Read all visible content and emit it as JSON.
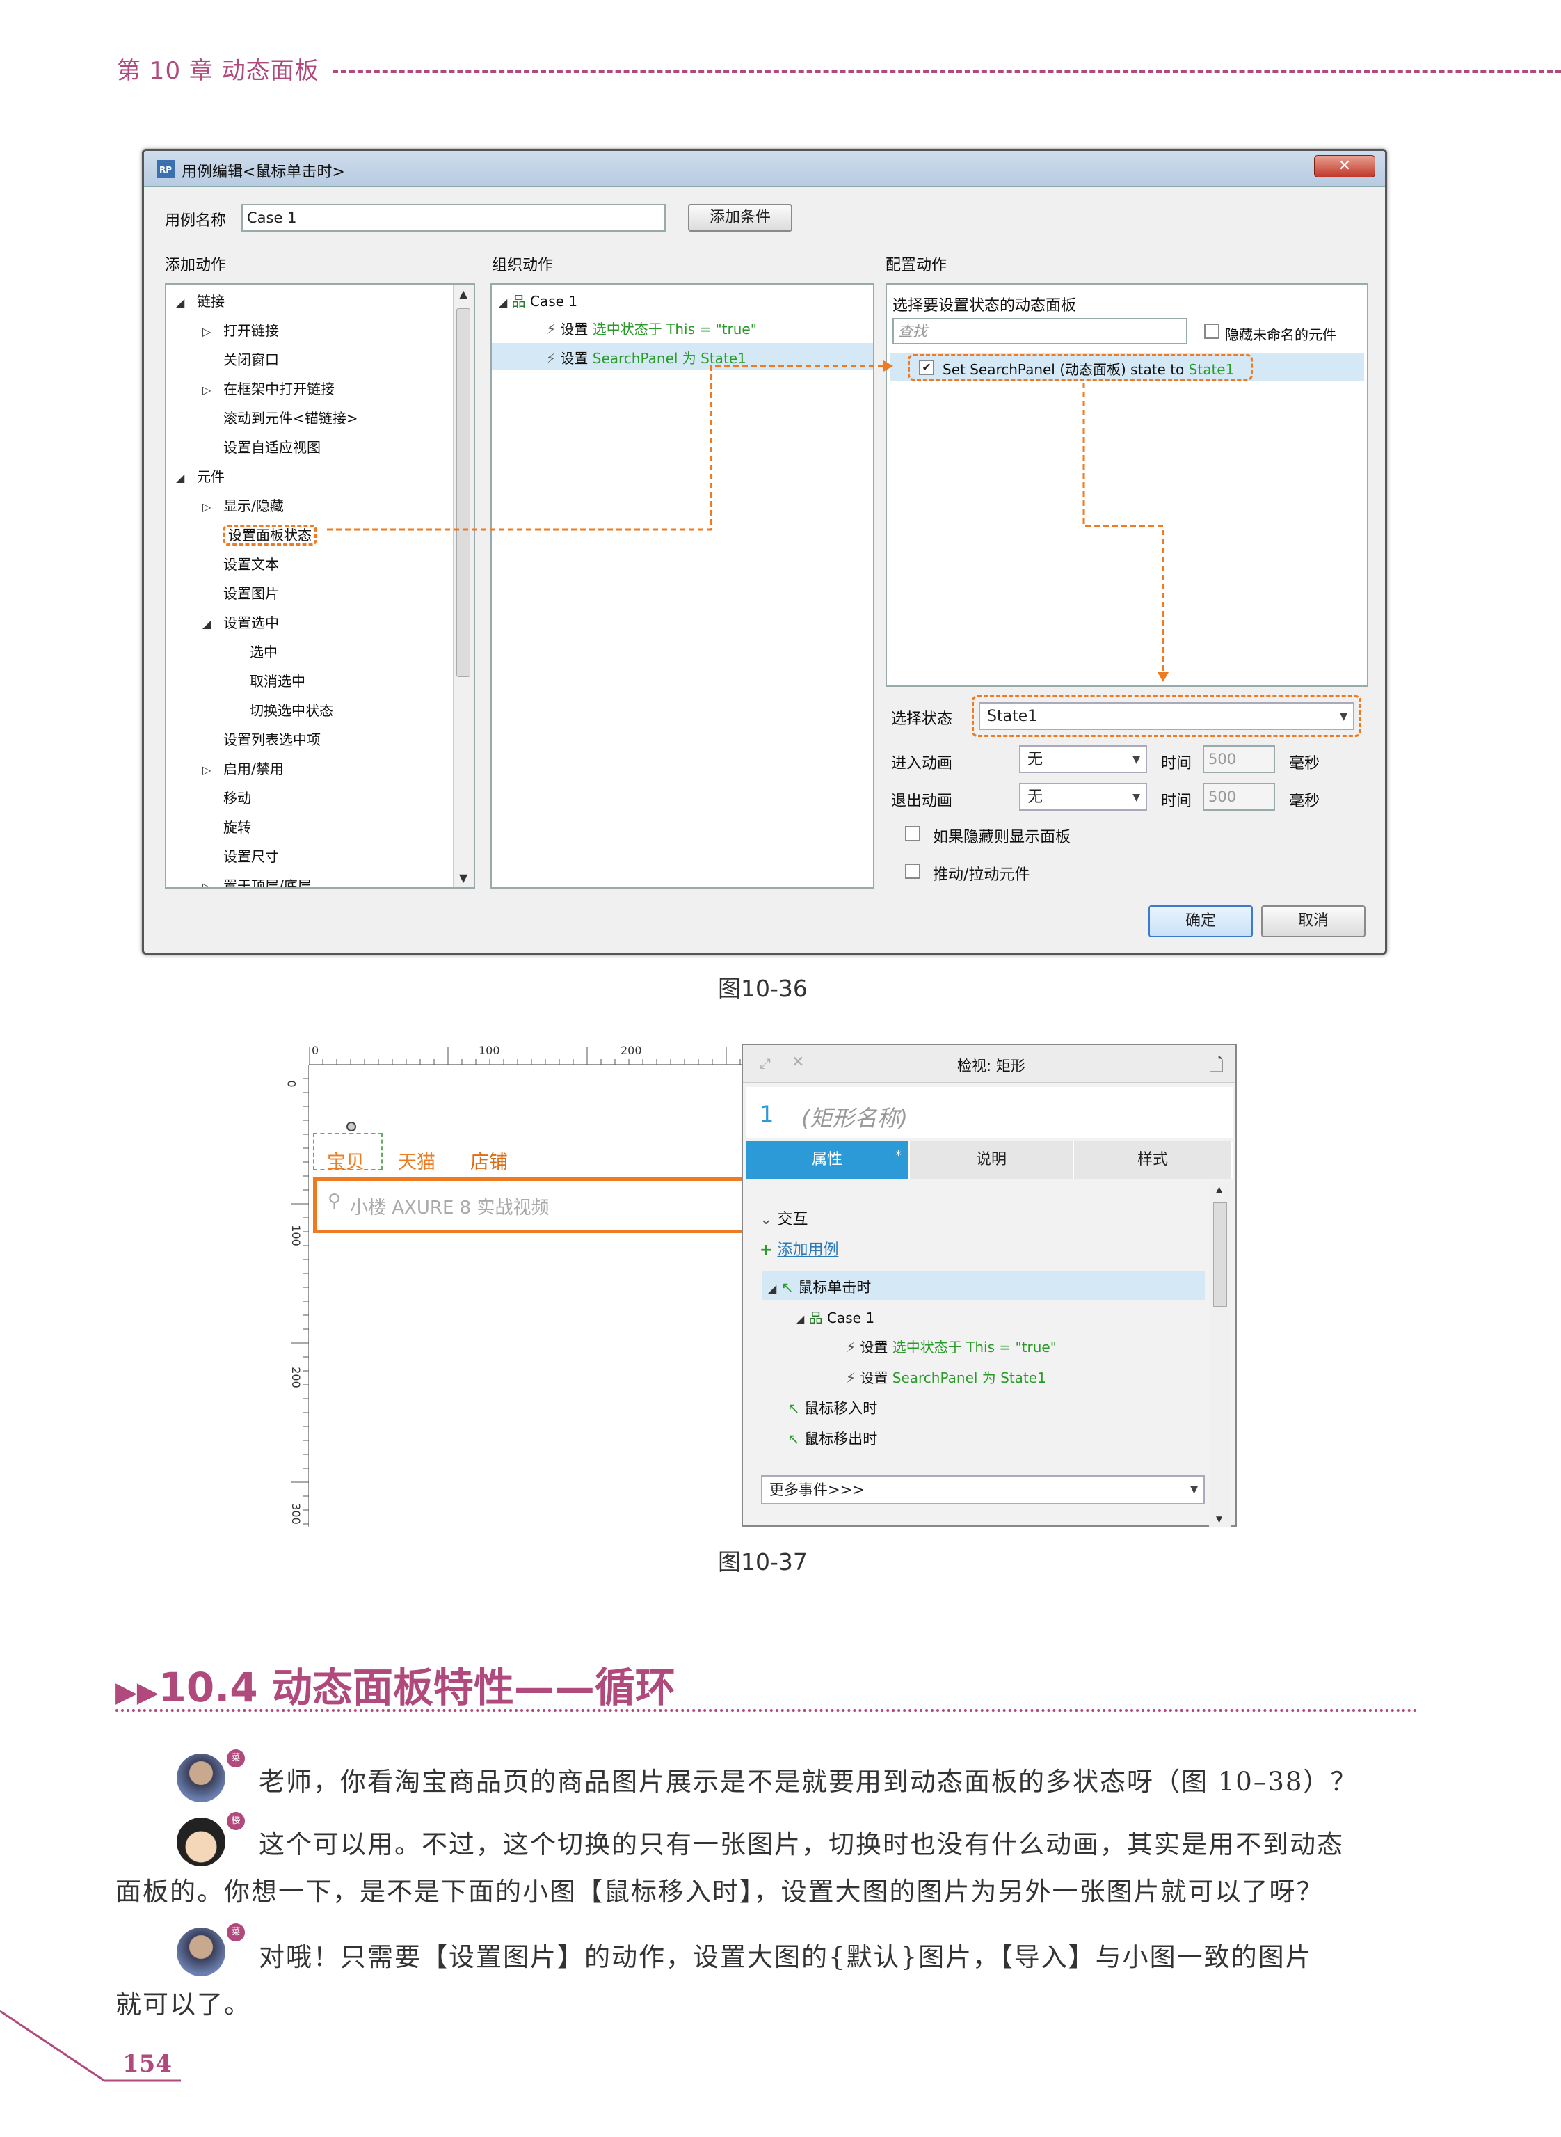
{
  "header": {
    "chapter": "第 10 章  动态面板"
  },
  "dialog": {
    "title": "用例编辑<鼠标单击时>",
    "case_label": "用例名称",
    "case_value": "Case 1",
    "add_cond": "添加条件",
    "col1": "添加动作",
    "col2": "组织动作",
    "col3": "配置动作",
    "tree": [
      {
        "t": "链接",
        "lv": 0,
        "ex": "open"
      },
      {
        "t": "打开链接",
        "lv": 1,
        "ex": "closed"
      },
      {
        "t": "关闭窗口",
        "lv": 1
      },
      {
        "t": "在框架中打开链接",
        "lv": 1,
        "ex": "closed"
      },
      {
        "t": "滚动到元件<锚链接>",
        "lv": 1
      },
      {
        "t": "设置自适应视图",
        "lv": 1
      },
      {
        "t": "元件",
        "lv": 0,
        "ex": "open"
      },
      {
        "t": "显示/隐藏",
        "lv": 1,
        "ex": "closed"
      },
      {
        "t": "设置面板状态",
        "lv": 1,
        "hl": true
      },
      {
        "t": "设置文本",
        "lv": 1
      },
      {
        "t": "设置图片",
        "lv": 1
      },
      {
        "t": "设置选中",
        "lv": 1,
        "ex": "open"
      },
      {
        "t": "选中",
        "lv": 2
      },
      {
        "t": "取消选中",
        "lv": 2
      },
      {
        "t": "切换选中状态",
        "lv": 2
      },
      {
        "t": "设置列表选中项",
        "lv": 1
      },
      {
        "t": "启用/禁用",
        "lv": 1,
        "ex": "closed"
      },
      {
        "t": "移动",
        "lv": 1
      },
      {
        "t": "旋转",
        "lv": 1
      },
      {
        "t": "设置尺寸",
        "lv": 1
      },
      {
        "t": "置于顶层/底层",
        "lv": 1,
        "ex": "closed"
      }
    ],
    "org": {
      "case": "Case 1",
      "a1_pre": "设置 ",
      "a1_green": "选中状态于 This = \"true\"",
      "a2_pre": "设置 ",
      "a2_green": "SearchPanel 为 State1"
    },
    "config": {
      "pick": "选择要设置状态的动态面板",
      "search_ph": "查找",
      "hide_unnamed": "隐藏未命名的元件",
      "item_pre": "Set SearchPanel (动态面板) state to ",
      "item_green": "State1",
      "state_label": "选择状态",
      "state_value": "State1",
      "in_label": "进入动画",
      "in_value": "无",
      "time": "时间",
      "in_ms": "500",
      "ms": "毫秒",
      "out_label": "退出动画",
      "out_value": "无",
      "out_ms": "500",
      "opt1": "如果隐藏则显示面板",
      "opt2": "推动/拉动元件"
    },
    "ok": "确定",
    "cancel": "取消"
  },
  "fig36": "图10-36",
  "fig37": "图10-37",
  "canvas": {
    "ruler_top": [
      "0",
      "100",
      "200"
    ],
    "ruler_left": [
      "0",
      "100",
      "200",
      "300"
    ],
    "tabs": [
      "宝贝",
      "天猫",
      "店铺"
    ],
    "search": "小楼 AXURE 8 实战视频"
  },
  "inspector": {
    "title": "检视: 矩形",
    "num": "1",
    "name_ph": "(矩形名称)",
    "tabs": [
      "属性",
      "说明",
      "样式"
    ],
    "interact": "交互",
    "add_case": "添加用例",
    "evt_click": "鼠标单击时",
    "case": "Case 1",
    "a1_pre": "设置 ",
    "a1_green": "选中状态于 This = \"true\"",
    "a2_pre": "设置 ",
    "a2_green": "SearchPanel 为 State1",
    "evt_in": "鼠标移入时",
    "evt_out": "鼠标移出时",
    "more": "更多事件>>>"
  },
  "section": {
    "title": "10.4  动态面板特性——循环"
  },
  "dialogue": [
    {
      "who": "菜",
      "l1": "老师，你看淘宝商品页的商品图片展示是不是就要用到动态面板的多状态呀（图 10–38）？"
    },
    {
      "who": "楼",
      "l1": "这个可以用。不过，这个切换的只有一张图片，切换时也没有什么动画，其实是用不到动态",
      "l2": "面板的。你想一下，是不是下面的小图【鼠标移入时】，设置大图的图片为另外一张图片就可以了呀？"
    },
    {
      "who": "菜",
      "l1": "对哦！只需要【设置图片】的动作，设置大图的{默认}图片，【导入】与小图一致的图片",
      "l2": "就可以了。"
    }
  ],
  "page_num": "154",
  "colors": {
    "accent": "#b0497c",
    "orange": "#f07a1f",
    "green": "#2a9a2a",
    "tab_blue": "#2d9ad8"
  }
}
